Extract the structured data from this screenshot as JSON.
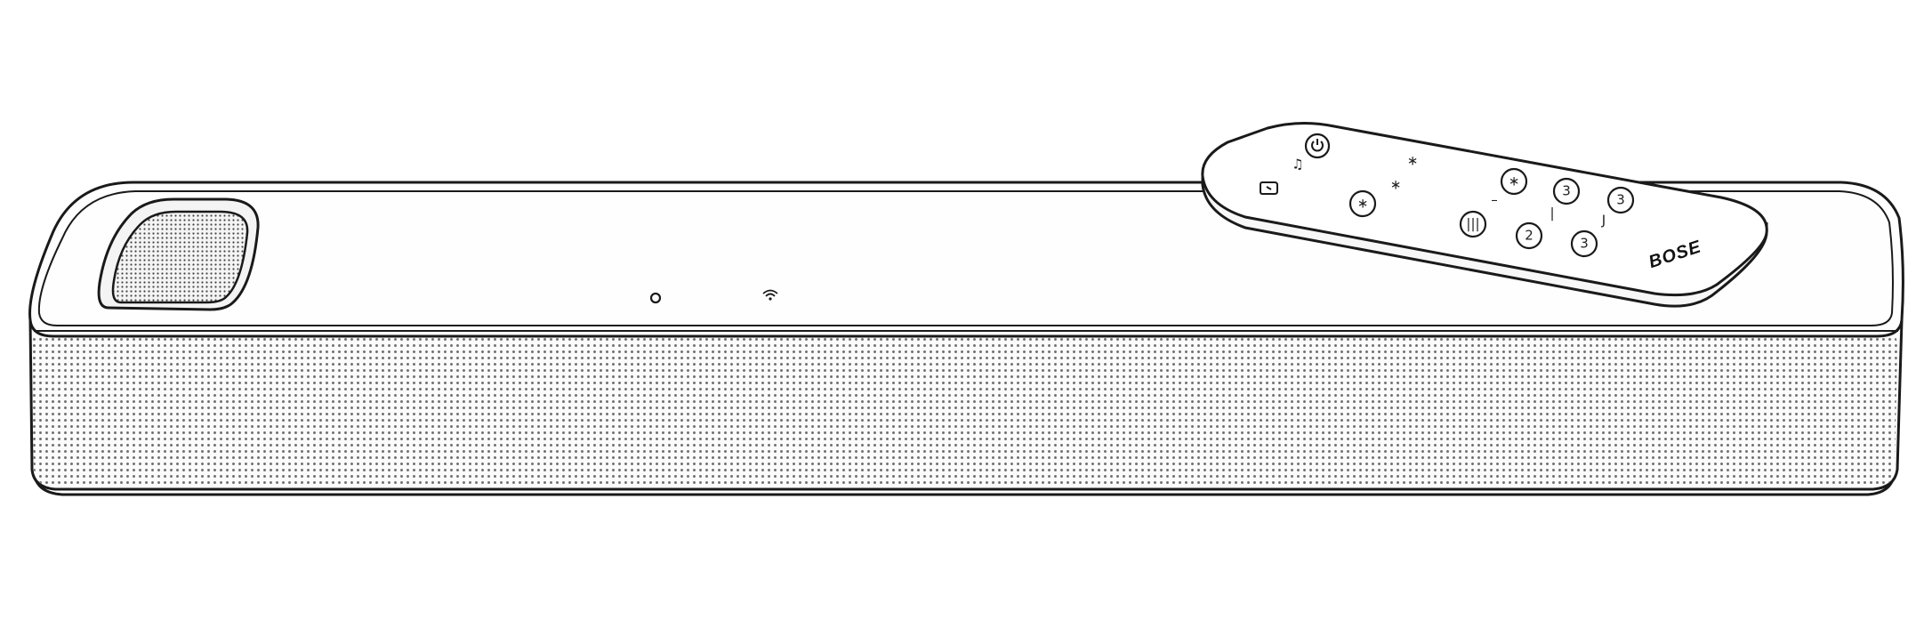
{
  "colors": {
    "background": "#ffffff",
    "stroke": "#1a1a1a",
    "body_fill": "#fbfbfb",
    "grille_dot": "#555555"
  },
  "soundbar": {
    "icons": [
      "speaker-grille-icon",
      "status-light-icon",
      "wifi-icon"
    ]
  },
  "remote": {
    "brand": "BOSE",
    "buttons": [
      {
        "name": "power-button",
        "icon": "power-icon",
        "glyph": ""
      },
      {
        "name": "music-button",
        "icon": "music-note-icon",
        "glyph": "♫"
      },
      {
        "name": "bluetooth-button",
        "icon": "bluetooth-icon",
        "glyph": "∗"
      },
      {
        "name": "tv-button",
        "icon": "tv-icon",
        "glyph": ""
      },
      {
        "name": "bluetooth-pair-button",
        "icon": "bluetooth-icon",
        "glyph": "∗"
      },
      {
        "name": "hdmi-button",
        "icon": "hdmi-icon",
        "glyph": "∗"
      },
      {
        "name": "volume-down-button",
        "icon": "minus-icon",
        "glyph": "–"
      },
      {
        "name": "preset-3a-button",
        "icon": "preset-icon",
        "glyph": "3"
      },
      {
        "name": "preset-3b-button",
        "icon": "preset-icon",
        "glyph": "3"
      },
      {
        "name": "dial-button",
        "icon": "dial-icon",
        "glyph": "|||"
      },
      {
        "name": "preset-2-button",
        "icon": "preset-icon",
        "glyph": "2"
      },
      {
        "name": "preset-3c-button",
        "icon": "preset-icon",
        "glyph": "3"
      },
      {
        "name": "separator-mark",
        "icon": "bar-icon",
        "glyph": "|"
      },
      {
        "name": "aux-mark",
        "icon": "curl-icon",
        "glyph": "J"
      }
    ]
  }
}
